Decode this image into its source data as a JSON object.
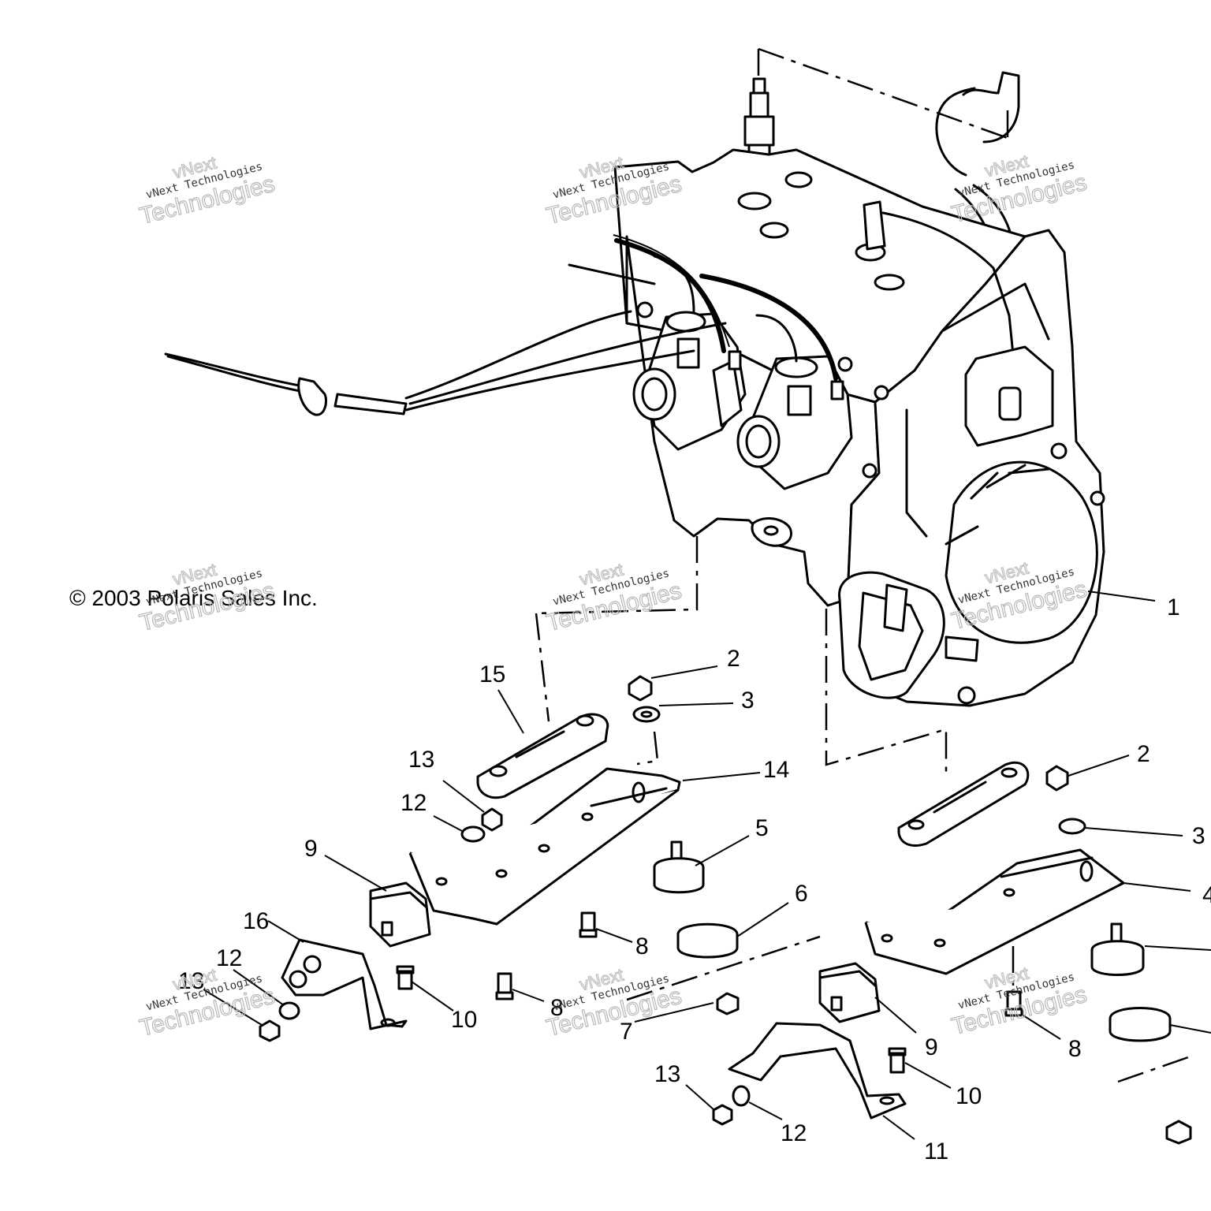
{
  "copyright": "© 2003 Polaris Sales Inc.",
  "watermark": {
    "line_small": "vNext Technologies",
    "line_big": "Technologies",
    "line_top": "vNext"
  },
  "callouts": [
    "1",
    "2",
    "3",
    "15",
    "13",
    "12",
    "14",
    "5",
    "9",
    "6",
    "16",
    "12",
    "13",
    "10",
    "8",
    "8",
    "7",
    "2",
    "3",
    "4",
    "9",
    "8",
    "10",
    "13",
    "12",
    "11"
  ]
}
